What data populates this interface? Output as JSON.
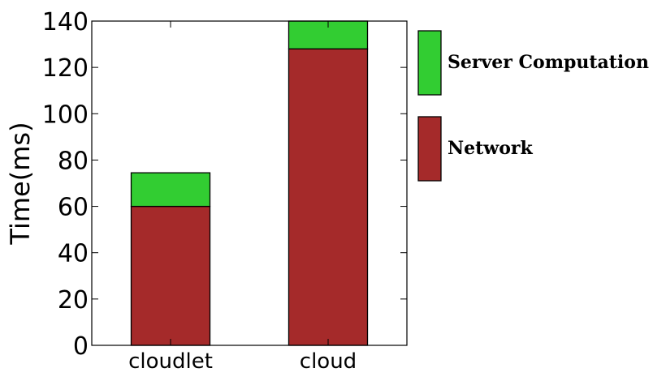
{
  "chart_data": {
    "type": "bar",
    "stacked": true,
    "categories": [
      "cloudlet",
      "cloud"
    ],
    "series": [
      {
        "name": "Network",
        "values": [
          60,
          128
        ],
        "color": "#a52a2a"
      },
      {
        "name": "Server Computation",
        "values": [
          14.5,
          12
        ],
        "color": "#32cd32"
      }
    ],
    "ylabel": "Time(ms)",
    "xlabel": "",
    "ylim": [
      0,
      140
    ],
    "yticks": [
      0,
      20,
      40,
      60,
      80,
      100,
      120,
      140
    ],
    "grid": false,
    "legend_position": "right"
  }
}
